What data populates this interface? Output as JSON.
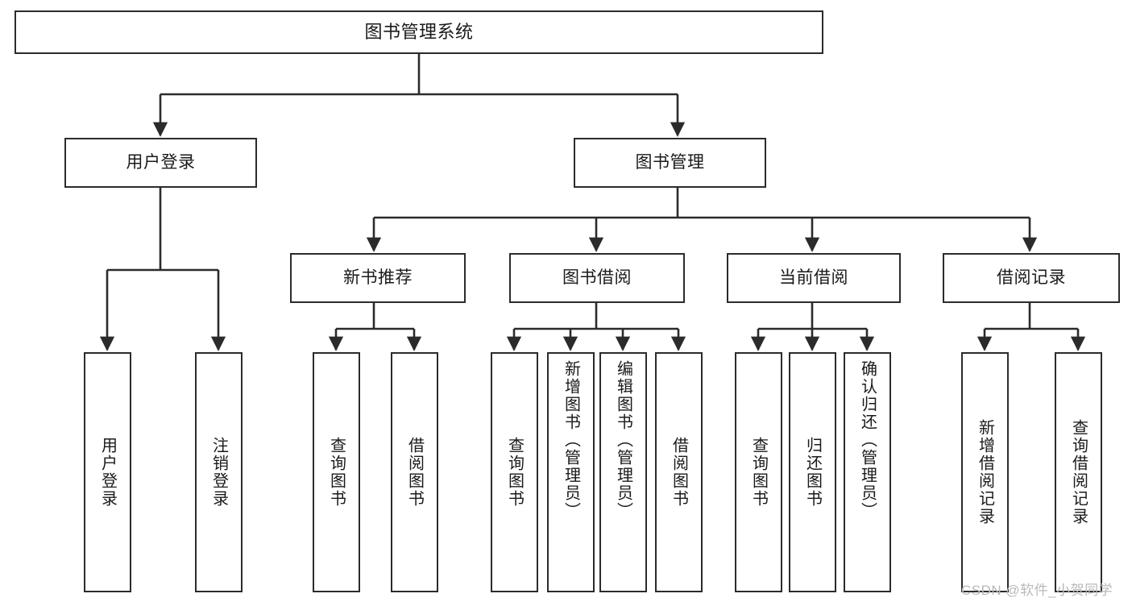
{
  "diagram": {
    "type": "tree",
    "title": "图书管理系统",
    "orientation": "top-down",
    "colors": {
      "box_stroke": "#2b2b2b",
      "box_fill": "#ffffff",
      "connector": "#2b2b2b",
      "text": "#1a1a1a",
      "watermark": "#b9b9b9"
    },
    "root": {
      "label": "图书管理系统"
    },
    "level1": [
      {
        "id": "user-login",
        "label": "用户登录"
      },
      {
        "id": "book-manage",
        "label": "图书管理"
      }
    ],
    "level2": [
      {
        "id": "new-book-recommend",
        "label": "新书推荐",
        "parent": "book-manage"
      },
      {
        "id": "book-borrow",
        "label": "图书借阅",
        "parent": "book-manage"
      },
      {
        "id": "current-borrow",
        "label": "当前借阅",
        "parent": "book-manage"
      },
      {
        "id": "borrow-record",
        "label": "借阅记录",
        "parent": "book-manage"
      }
    ],
    "leaves": {
      "user_login": [
        {
          "id": "leaf-user-login",
          "label": "用户登录"
        },
        {
          "id": "leaf-logout-login",
          "label": "注销登录"
        }
      ],
      "new_book_recommend": [
        {
          "id": "leaf-query-book-1",
          "label": "查询图书"
        },
        {
          "id": "leaf-borrow-book-1",
          "label": "借阅图书"
        }
      ],
      "book_borrow": [
        {
          "id": "leaf-query-book-2",
          "label": "查询图书"
        },
        {
          "id": "leaf-add-book",
          "label": "新增图书（管理员）"
        },
        {
          "id": "leaf-edit-book",
          "label": "编辑图书（管理员）"
        },
        {
          "id": "leaf-borrow-book-2",
          "label": "借阅图书"
        }
      ],
      "current_borrow": [
        {
          "id": "leaf-query-book-3",
          "label": "查询图书"
        },
        {
          "id": "leaf-return-book",
          "label": "归还图书"
        },
        {
          "id": "leaf-confirm-return",
          "label": "确认归还（管理员）"
        }
      ],
      "borrow_record": [
        {
          "id": "leaf-add-record",
          "label": "新增借阅记录"
        },
        {
          "id": "leaf-query-record",
          "label": "查询借阅记录"
        }
      ]
    }
  },
  "watermark": {
    "text": "CSDN @软件_小贺同学"
  }
}
